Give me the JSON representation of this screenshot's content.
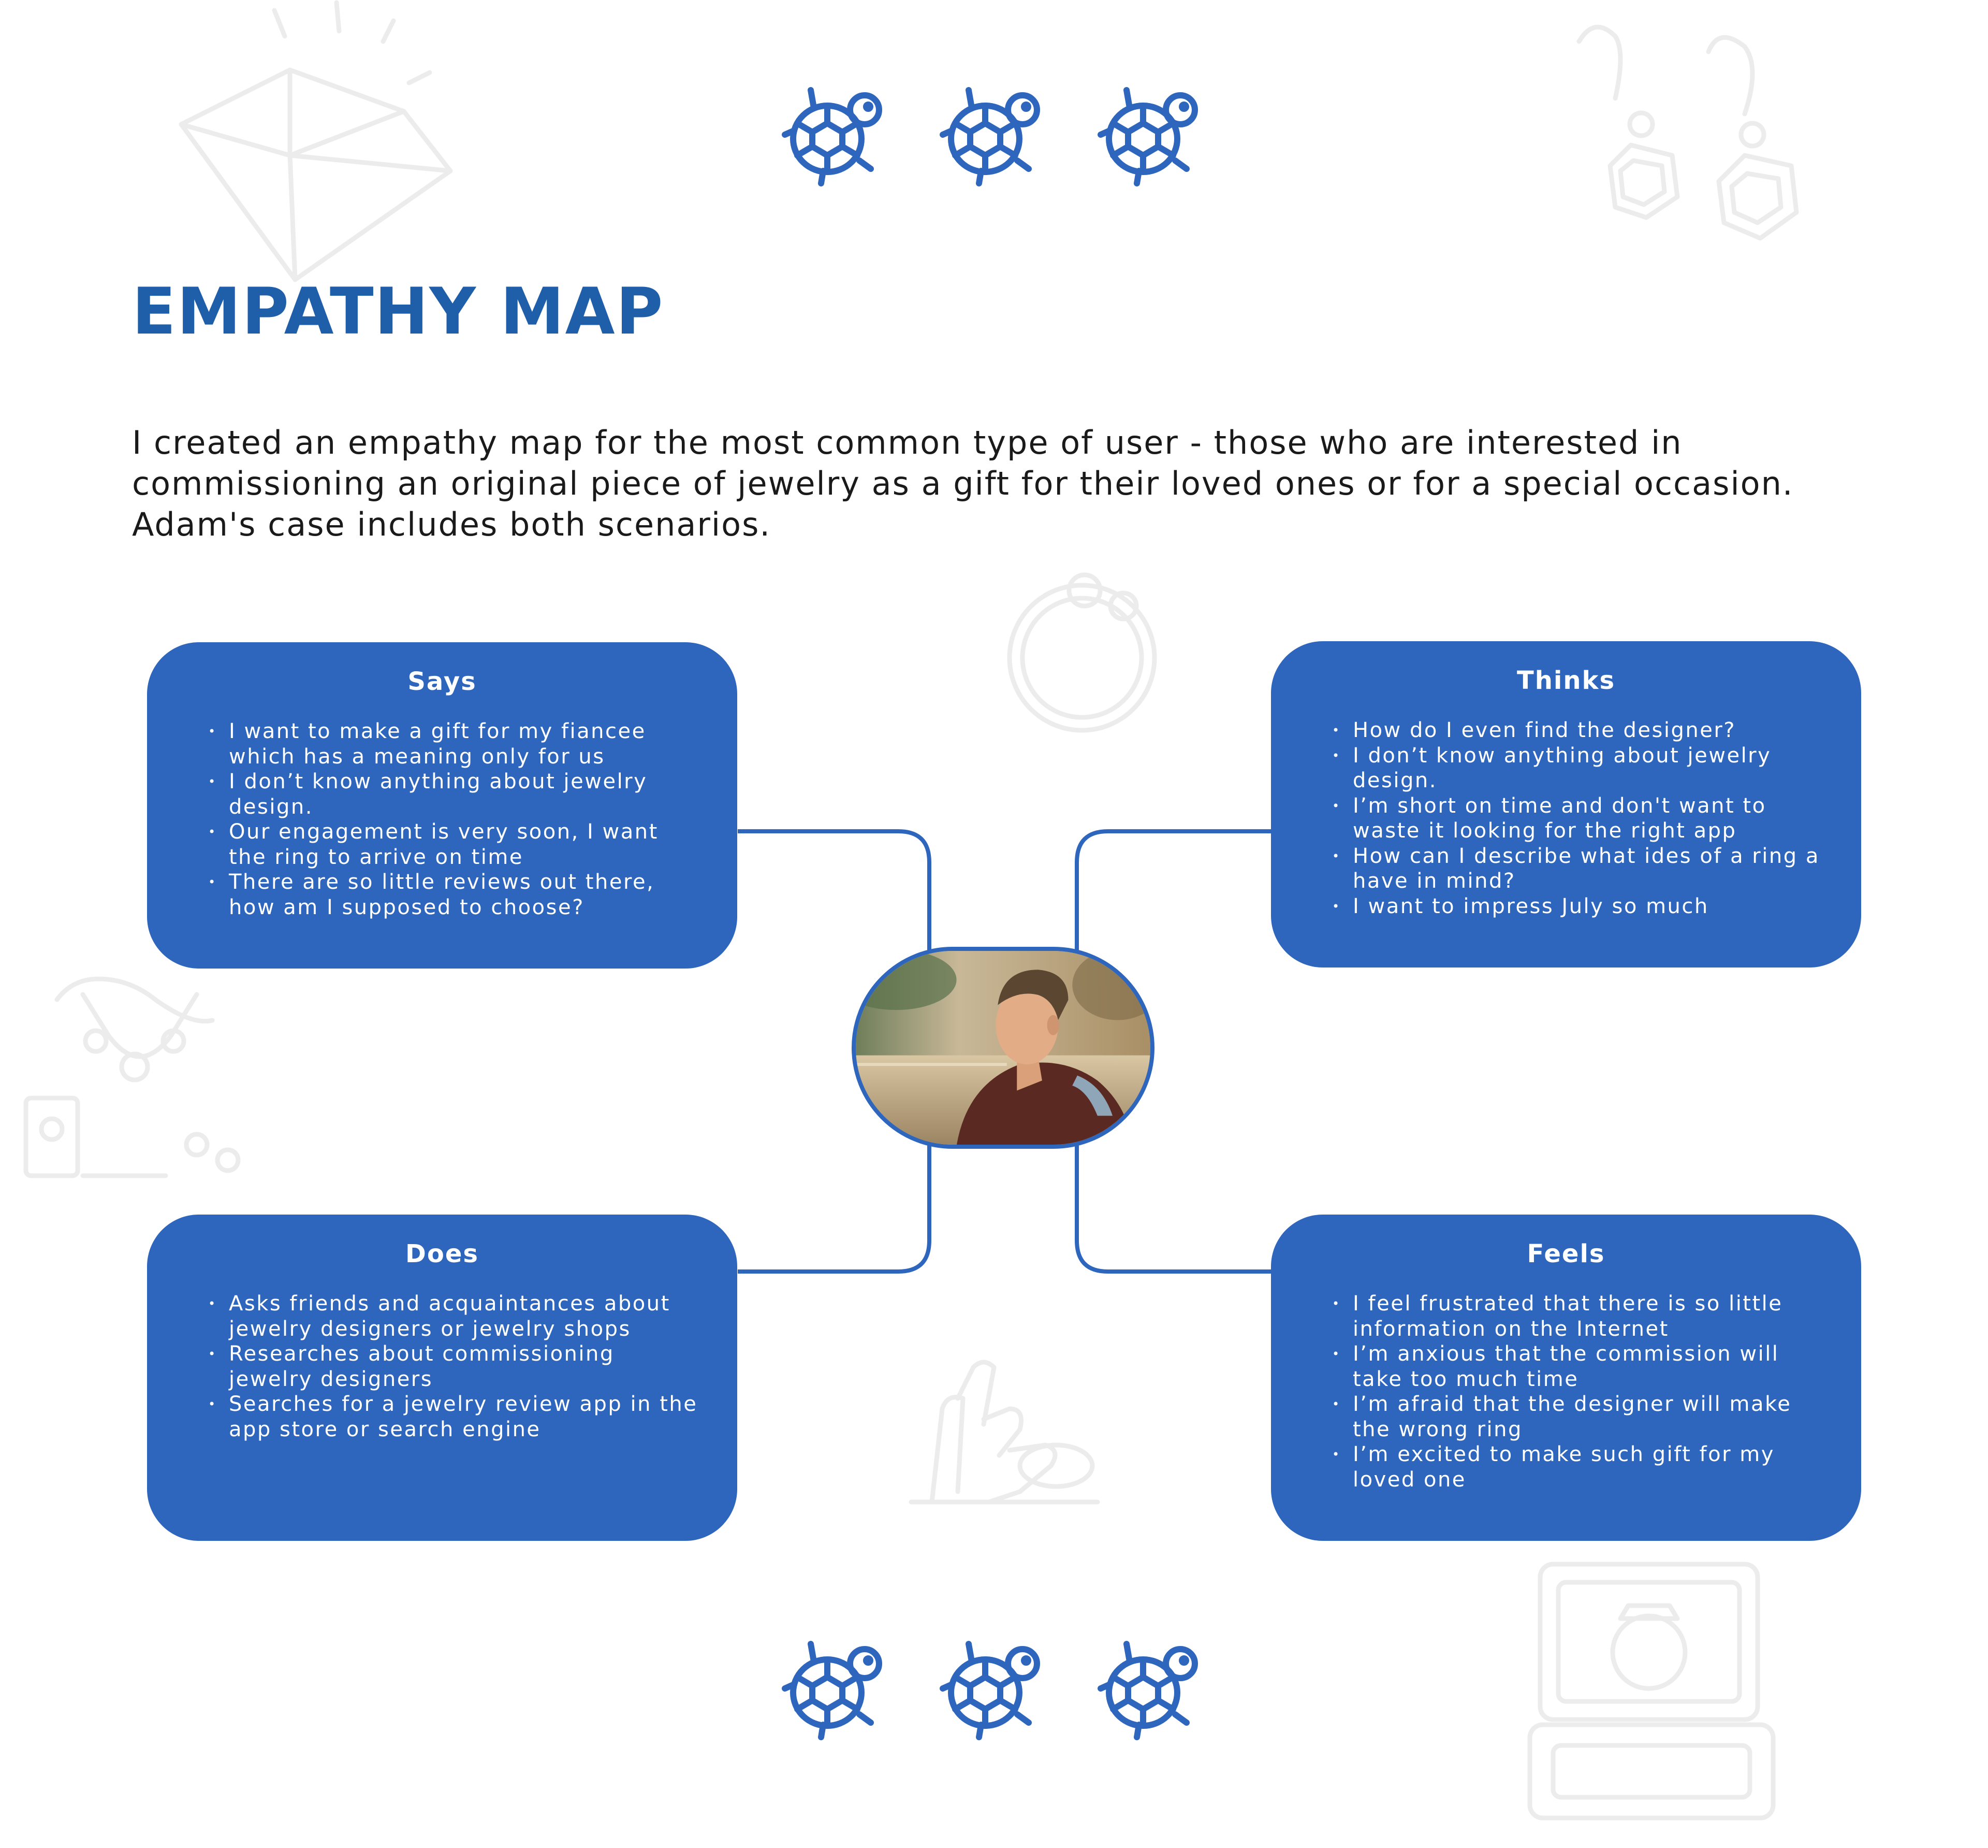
{
  "title": "EMPATHY MAP",
  "intro_lines": [
    "I created an empathy map for the most common type of user - those who are interested in",
    "commissioning an original piece of jewelry as a gift for their loved ones or for a special occasion.",
    "Adam's case includes both scenarios."
  ],
  "colors": {
    "accent": "#2e66bd",
    "title": "#1f5ea8",
    "text": "#1a1a1a",
    "card_text": "#ffffff",
    "decor": "#ececec"
  },
  "icons": {
    "decor": "turtle-icon",
    "background": [
      "diamond-icon",
      "earrings-icon",
      "bracelet-icon",
      "necklace-icon",
      "hand-ring-icon",
      "ring-box-icon"
    ],
    "center": "user-photo"
  },
  "quadrants": {
    "says": {
      "title": "Says",
      "items": [
        [
          "I want to make a gift for my fiancee",
          "which has a meaning only for us"
        ],
        [
          "I don’t know anything about jewelry",
          "design."
        ],
        [
          "Our engagement is very soon, I want",
          "the ring to arrive on time"
        ],
        [
          "There are so little reviews out there,",
          "how am I supposed to choose?"
        ]
      ]
    },
    "thinks": {
      "title": "Thinks",
      "items": [
        [
          "How do I even find the designer?"
        ],
        [
          "I don’t know anything about jewelry",
          "design."
        ],
        [
          "I’m short on time and don't want to",
          "waste it looking for the right app"
        ],
        [
          "How can I describe what ides of a ring a",
          "have in mind?"
        ],
        [
          "I want to impress July so much"
        ]
      ]
    },
    "does": {
      "title": "Does",
      "items": [
        [
          "Asks friends and acquaintances about",
          "jewelry designers or jewelry shops"
        ],
        [
          "Researches about commissioning",
          "jewelry designers"
        ],
        [
          "Searches for a jewelry review app in the",
          "app store or search engine"
        ]
      ]
    },
    "feels": {
      "title": "Feels",
      "items": [
        [
          "I feel frustrated that there is so little",
          "information on the Internet"
        ],
        [
          "I’m anxious that the commission will",
          "take too much time"
        ],
        [
          "I’m afraid that the designer will make",
          "the wrong ring"
        ],
        [
          "I’m excited to make such gift for my",
          "loved one"
        ]
      ]
    }
  }
}
